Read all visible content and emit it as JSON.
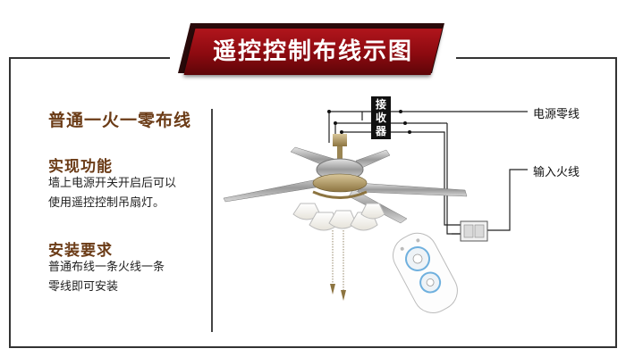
{
  "title": "遥控控制布线示图",
  "lead": "普通一火一零布线",
  "sections": [
    {
      "title": "实现功能",
      "lines": [
        "墙上电源开关开启后可以",
        "使用遥控控制吊扇灯。"
      ]
    },
    {
      "title": "安装要求",
      "lines": [
        "普通布线一条火线一条",
        "零线即可安装"
      ]
    }
  ],
  "receiver_label": [
    "接",
    "收",
    "器"
  ],
  "wire_labels": {
    "neutral": "电源零线",
    "live": "输入火线"
  },
  "colors": {
    "banner": "#9c1016",
    "accent_text": "#6b3b16",
    "frame": "#333333"
  },
  "icons": [
    "ceiling-fan-light",
    "remote-control",
    "wall-switch"
  ]
}
